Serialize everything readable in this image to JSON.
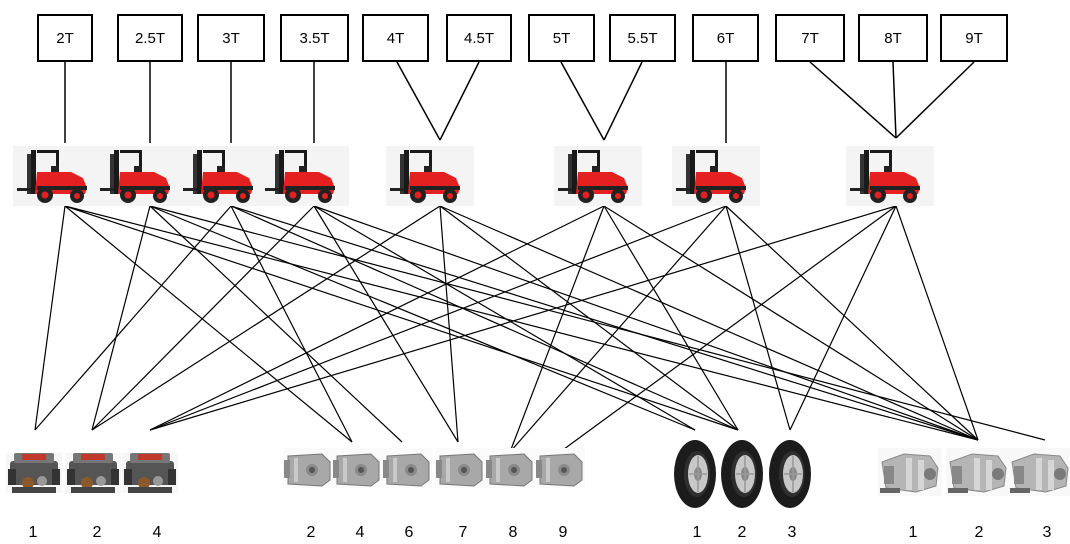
{
  "capacities": [
    "2T",
    "2.5T",
    "3T",
    "3.5T",
    "4T",
    "4.5T",
    "5T",
    "5.5T",
    "6T",
    "7T",
    "8T",
    "9T"
  ],
  "forklift_icon": "forklift-icon",
  "forklift_colors": {
    "body": "#e42020",
    "frame": "#1a1a1a",
    "tire": "#222222"
  },
  "component_groups": [
    {
      "name_icon": "engine-icon",
      "labels": [
        "1",
        "2",
        "4"
      ]
    },
    {
      "name_icon": "hydraulic-pump-icon",
      "labels": [
        "2",
        "4",
        "6",
        "7",
        "8",
        "9"
      ]
    },
    {
      "name_icon": "tire-icon",
      "labels": [
        "1",
        "2",
        "3"
      ]
    },
    {
      "name_icon": "transmission-icon",
      "labels": [
        "1",
        "2",
        "3"
      ]
    }
  ]
}
